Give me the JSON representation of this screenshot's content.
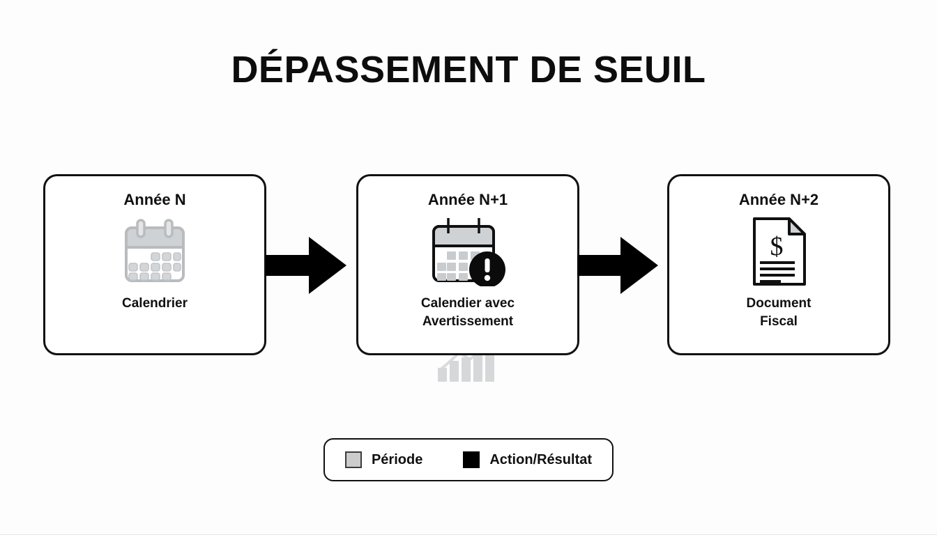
{
  "slide": {
    "title": "DÉPASSEMENT DE SEUIL",
    "background_color": "#fdfdfd",
    "ink_color": "#111111",
    "period_color": "#cccccc",
    "action_color": "#000000"
  },
  "flow": {
    "steps": [
      {
        "title": "Année N",
        "label": "Calendrier",
        "icon": "calendar-icon"
      },
      {
        "title": "Année N+1",
        "label": "Calendier avec\nAvertissement",
        "icon": "calendar-warning-icon"
      },
      {
        "title": "Année N+2",
        "label": "Document\nFiscal",
        "icon": "fiscal-document-icon"
      }
    ],
    "connectors": [
      {
        "icon": "arrow-right-icon"
      },
      {
        "icon": "arrow-right-icon"
      }
    ]
  },
  "legend": {
    "items": [
      {
        "label": "Période",
        "swatch": "period",
        "color": "#cccccc"
      },
      {
        "label": "Action/Résultat",
        "swatch": "action",
        "color": "#000000"
      }
    ]
  },
  "watermark": {
    "icon": "bar-chart-growth-watermark",
    "color": "#d5d7d9"
  }
}
